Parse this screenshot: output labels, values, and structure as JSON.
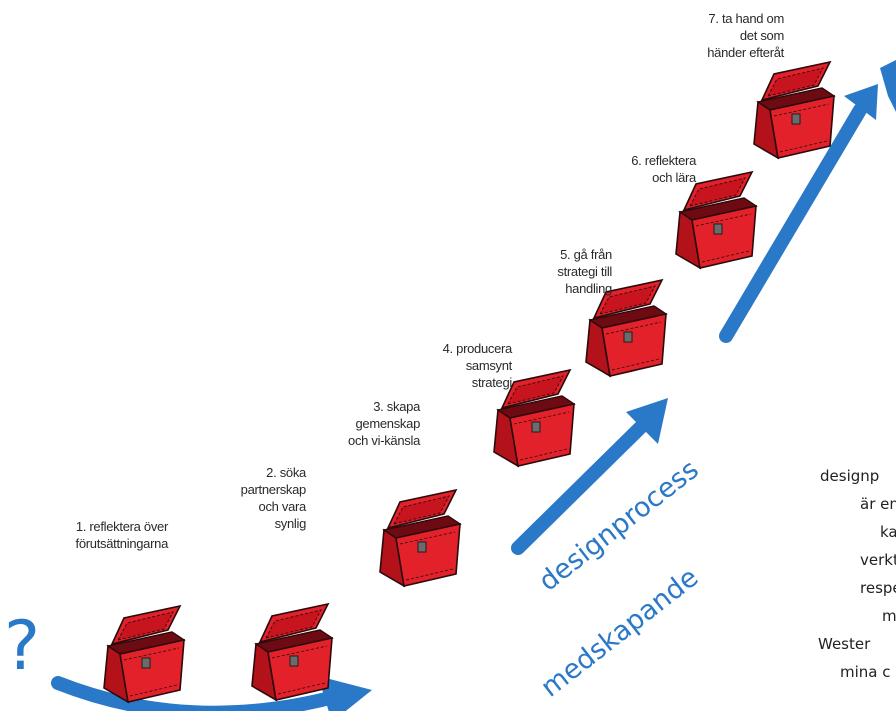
{
  "colors": {
    "arrow": "#2a78c8",
    "chest_main": "#e3212b",
    "chest_dark": "#8e0d16",
    "chest_inside": "#6e0a12",
    "outline": "#2b0a0c",
    "text": "#2a2a2a"
  },
  "question_mark": "?",
  "arrow_text": {
    "first": "medskapande",
    "second": "designprocess"
  },
  "steps": [
    {
      "label": "1. reflektera över förutsättningarna"
    },
    {
      "label": "2. söka partnerskap och vara synlig"
    },
    {
      "label": "3. skapa gemenskap och vi-känsla"
    },
    {
      "label": "4. producera samsynt strategi"
    },
    {
      "label": "5. gå från strategi till handling"
    },
    {
      "label": "6. reflektera och lära"
    },
    {
      "label": "7. ta hand om det som händer efteråt"
    }
  ],
  "caption_lines": [
    "designp",
    "är en",
    "kan",
    "verkt",
    "respe",
    "me",
    "Wester",
    "mina c"
  ]
}
